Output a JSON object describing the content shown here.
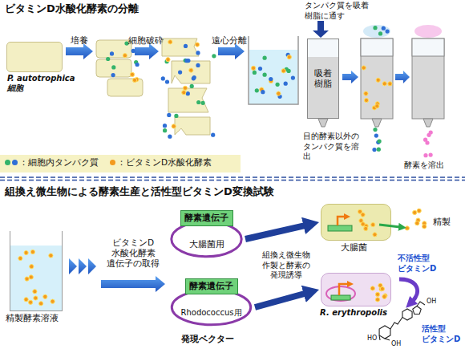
{
  "diagram": {
    "title": "ビタミンD水酸化酵素の分離",
    "nodes": [
      {
        "text": [
          "P. autotrophica 細胞"
        ]
      },
      {
        "text": [
          "吸着樹脂"
        ]
      },
      {
        "text": [
          "精製酵素溶液"
        ]
      },
      {
        "text": [
          "大腸菌用"
        ]
      },
      {
        "text": [
          "酵素遺伝子"
        ],
        "in": 3
      },
      {
        "text": [
          "Rhodococcus用"
        ]
      },
      {
        "text": [
          "酵素遺伝子"
        ],
        "in": 5
      },
      {
        "text": [
          "大腸菌"
        ]
      },
      {
        "text": [
          "R. erythropolis"
        ]
      }
    ],
    "edges": [
      {
        "from": 3,
        "to": 7,
        "arrow": "to"
      },
      {
        "from": 5,
        "to": 8,
        "arrow": "to"
      }
    ],
    "labels": [
      "培養",
      "細胞破砕",
      "遠心分離",
      "タンパク質を吸着樹脂に通す",
      "目的酵素以外のタンパク質を溶出",
      "酵素を溶出",
      "組換え微生物による酵素生産と活性型ビタミンD変換試験",
      "ビタミンD 水酸化酵素 遺伝子の取得",
      "発現ベクター",
      "組換え微生物 作製と酵素の 発現誘導",
      "精製",
      "不活性型 ビタミンD",
      "活性型 ビタミンD",
      "OH",
      "HO",
      "OH"
    ],
    "legend": [
      {
        "text": "：細胞内タンパク質",
        "color": "#2f6fd6"
      },
      {
        "text": "：ビタミンD水酸化酵素",
        "color": "#f39a1e"
      }
    ]
  }
}
